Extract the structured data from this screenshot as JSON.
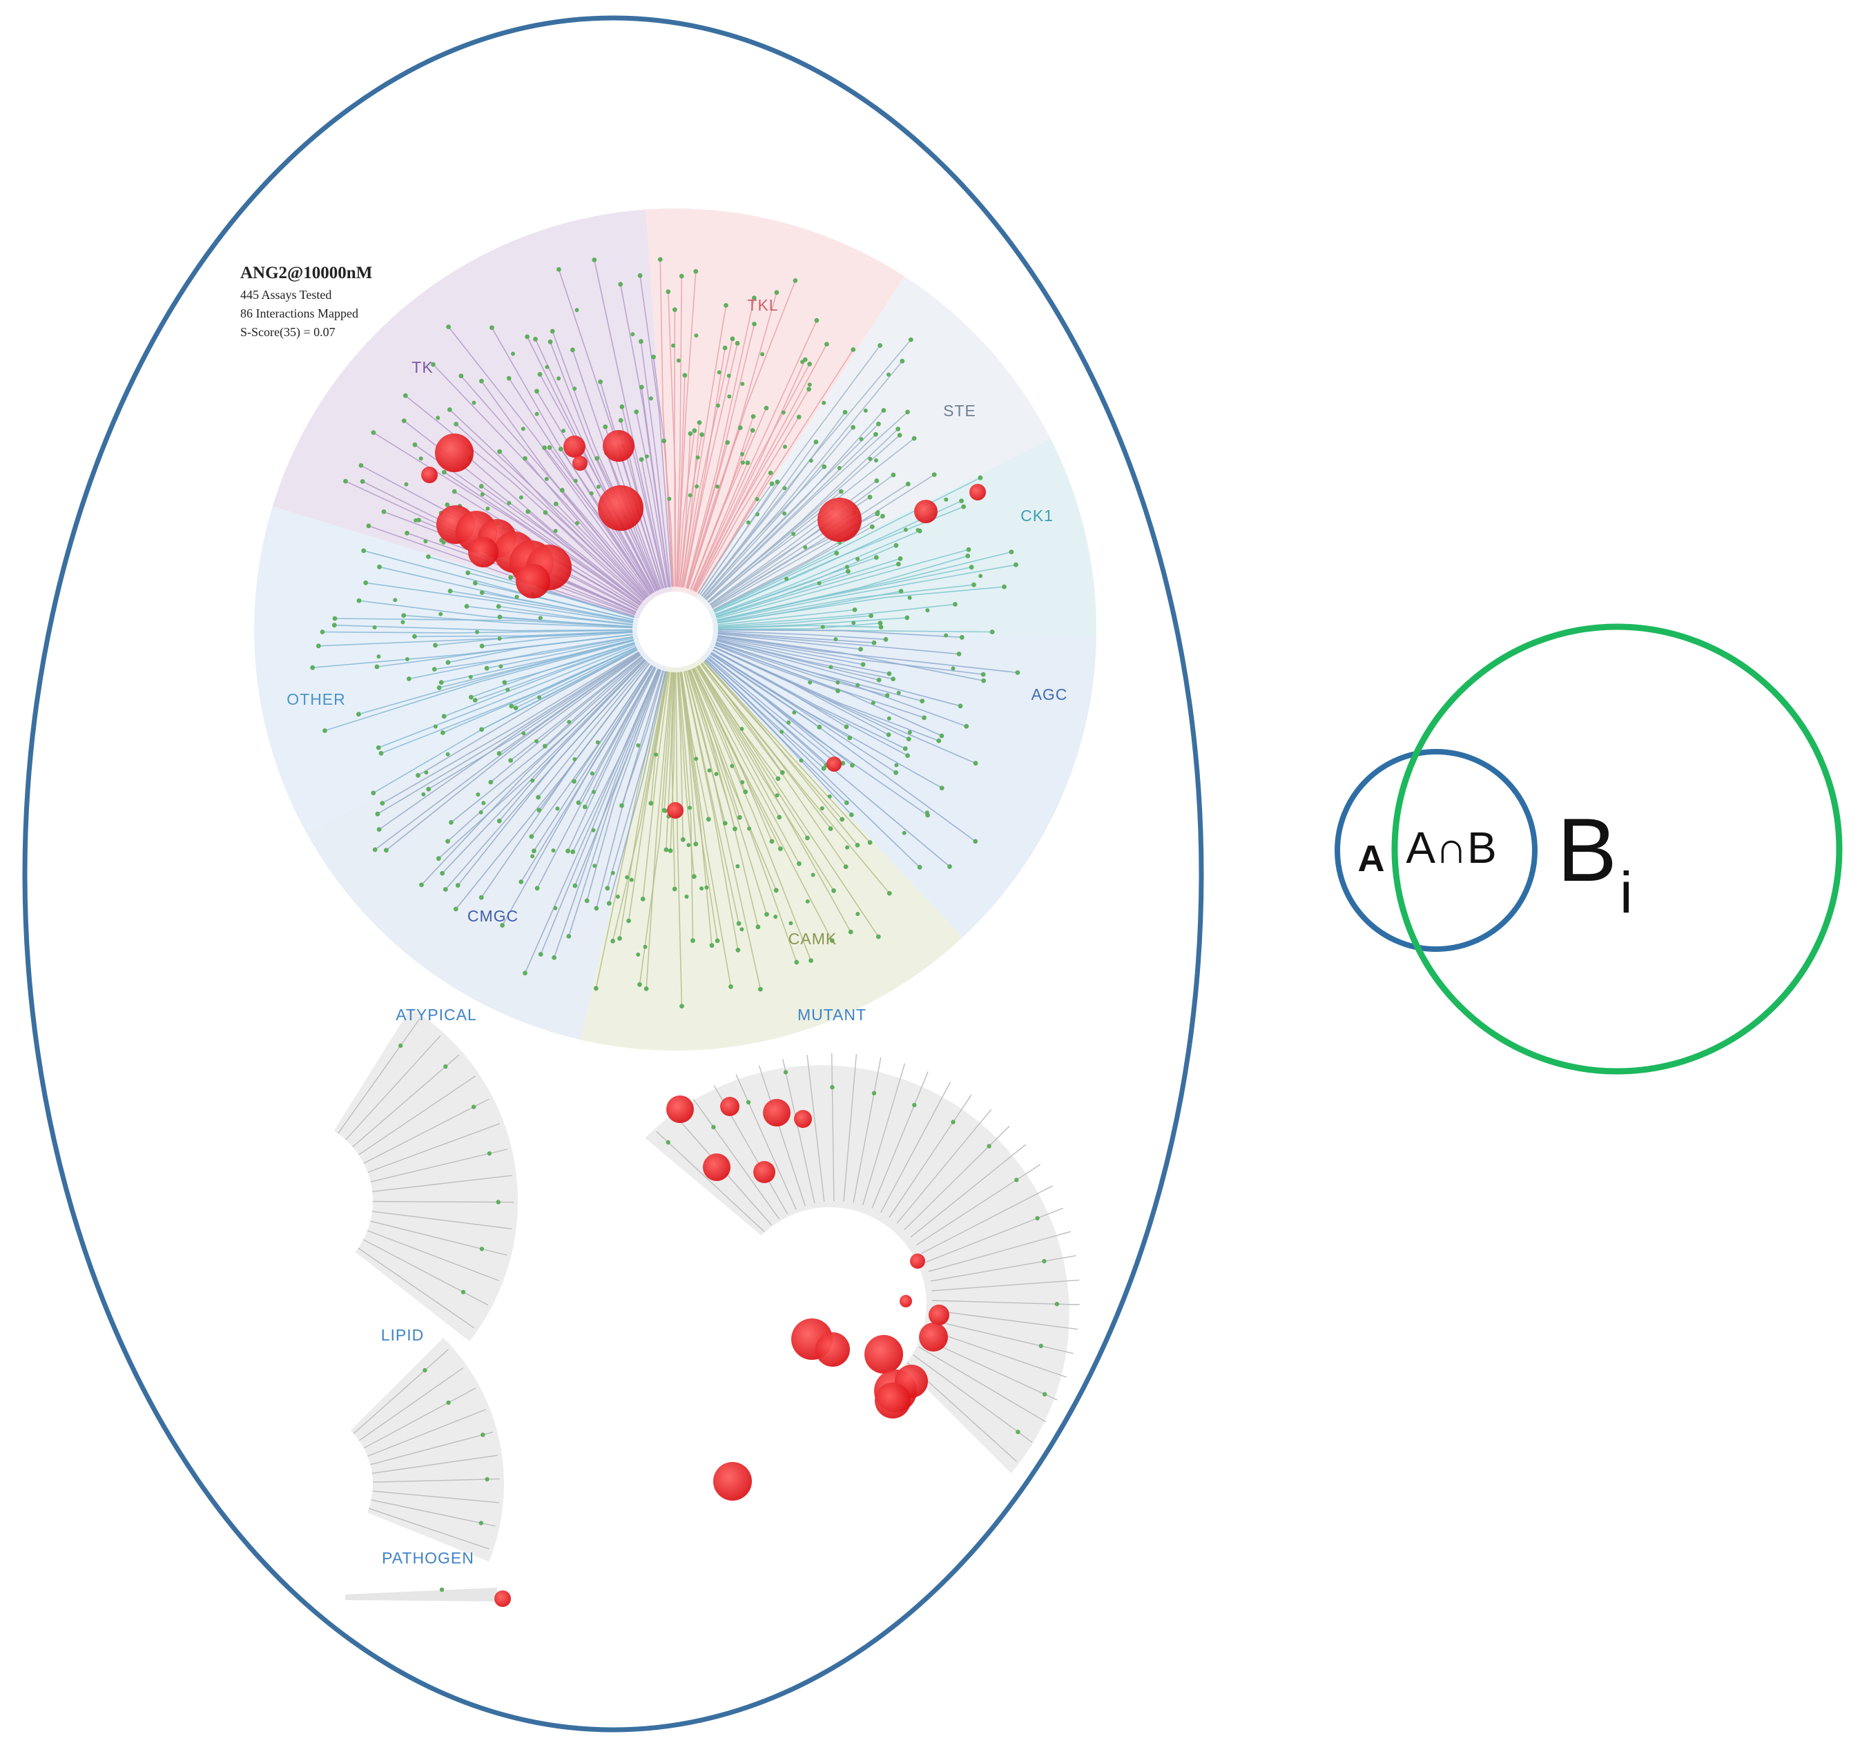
{
  "colors": {
    "outer_ellipse": "#3a6fa0",
    "set_a": "#2f6ea5",
    "set_b": "#1db85d",
    "hit": "#e8141a",
    "node": "#5fae5f",
    "label_blue": "#3f83c8"
  },
  "screening_summary": {
    "title": "ANG2@10000nM",
    "lines": [
      "445 Assays Tested",
      "86 Interactions Mapped",
      "S-Score(35) = 0.07"
    ]
  },
  "kinome_tree": {
    "groups": [
      {
        "key": "tk",
        "label": "TK",
        "fill": "#ece3f0",
        "branch": "#b39ac9",
        "label_color": "#7a5aa8"
      },
      {
        "key": "tkl",
        "label": "TKL",
        "fill": "#fbe6e7",
        "branch": "#e8a1a8",
        "label_color": "#d0606b"
      },
      {
        "key": "ste",
        "label": "STE",
        "fill": "#eef2f7",
        "branch": "#9fb3c8",
        "label_color": "#6f7f8f"
      },
      {
        "key": "ck1",
        "label": "CK1",
        "fill": "#e3f1f4",
        "branch": "#7fc6cf",
        "label_color": "#3f9fb0"
      },
      {
        "key": "agc",
        "label": "AGC",
        "fill": "#e6eef8",
        "branch": "#8ea9cd",
        "label_color": "#3f6db0"
      },
      {
        "key": "camk",
        "label": "CAMK",
        "fill": "#eef1e1",
        "branch": "#b4bd87",
        "label_color": "#8b9550"
      },
      {
        "key": "cmgc",
        "label": "CMGC",
        "fill": "#e8eef6",
        "branch": "#93a9c6",
        "label_color": "#3f5fa8"
      },
      {
        "key": "other",
        "label": "OTHER",
        "fill": "#e7f0f8",
        "branch": "#86b6d6",
        "label_color": "#4b93c9"
      }
    ],
    "side_groups": [
      "ATYPICAL",
      "MUTANT",
      "LIPID",
      "PATHOGEN"
    ]
  },
  "venn": {
    "set_a_label": "A",
    "intersection_label": "A∩B",
    "set_b_label": "B",
    "set_b_subscript": "i"
  }
}
